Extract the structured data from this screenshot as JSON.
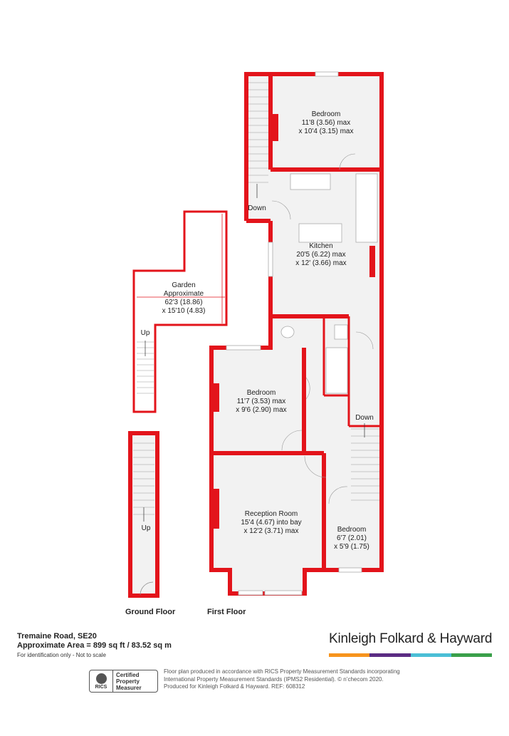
{
  "rooms": [
    {
      "id": "bedroom-top",
      "name": "Bedroom",
      "line1": "11'8 (3.56) max",
      "line2": "x 10'4 (3.15) max"
    },
    {
      "id": "kitchen",
      "name": "Kitchen",
      "line1": "20'5 (6.22) max",
      "line2": "x 12' (3.66) max"
    },
    {
      "id": "garden",
      "name": "Garden",
      "line0": "Approximate",
      "line1": "62'3 (18.86)",
      "line2": "x 15'10 (4.83)"
    },
    {
      "id": "bedroom-mid",
      "name": "Bedroom",
      "line1": "11'7 (3.53) max",
      "line2": "x 9'6 (2.90) max"
    },
    {
      "id": "reception",
      "name": "Reception Room",
      "line1": "15'4 (4.67) into bay",
      "line2": "x 12'2 (3.71) max"
    },
    {
      "id": "bedroom-small",
      "name": "Bedroom",
      "line1": "6'7 (2.01)",
      "line2": "x 5'9 (1.75)"
    }
  ],
  "stairs": {
    "down_top": "Down",
    "down_right": "Down",
    "up_garden": "Up",
    "up_ground": "Up"
  },
  "floors": {
    "ground": "Ground Floor",
    "first": "First Floor"
  },
  "footer": {
    "address": "Tremaine Road, SE20",
    "area": "Approximate Area = 899 sq ft / 83.52 sq m",
    "disclaimer": "For identification only - Not to scale",
    "brand": "Kinleigh Folkard & Hayward",
    "brand_colors": [
      "#f7941d",
      "#5b2c83",
      "#4bbfd6",
      "#3aa04a"
    ],
    "rics_logo_text": "RICS",
    "rics_badge_lines": [
      "Certified",
      "Property",
      "Measurer"
    ],
    "footnote_lines": [
      "Floor plan produced in accordance with RICS Property Measurement Standards incorporating",
      "International Property Measurement Standards (IPMS2 Residential).  © n’checom 2020.",
      "Produced for Kinleigh Folkard & Hayward.   REF: 608312"
    ]
  },
  "colors": {
    "wall": "#e3141b",
    "floor": "#f2f2f2"
  }
}
